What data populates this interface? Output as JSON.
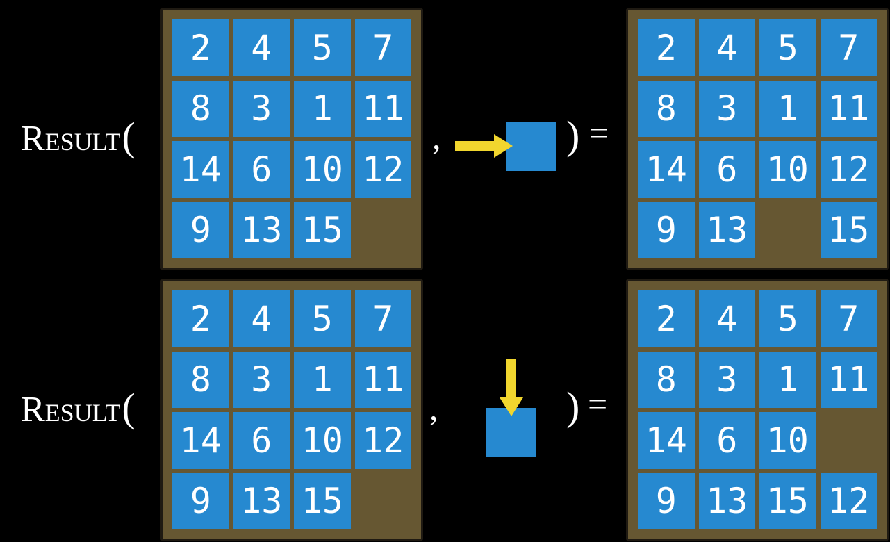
{
  "figure": {
    "description": "RESULT function applied to 15-puzzle states and tile-sliding actions",
    "board_rows": 4,
    "board_cols": 4
  },
  "colors": {
    "background": "#000000",
    "tile_blue": "#2689d0",
    "board_brown": "#665732",
    "board_edge": "#1f1a12",
    "arrow_yellow": "#f1d62e",
    "text_white": "#ffffff"
  },
  "rows": [
    {
      "function_label": "Result",
      "open_paren": "(",
      "comma": ",",
      "close_paren": ")",
      "equals": "=",
      "action": {
        "arrow_icon": "right-arrow-icon",
        "direction": "right",
        "tile_icon": "blank-action-tile"
      },
      "state": [
        [
          "2",
          "4",
          "5",
          "7"
        ],
        [
          "8",
          "3",
          "1",
          "11"
        ],
        [
          "14",
          "6",
          "10",
          "12"
        ],
        [
          "9",
          "13",
          "15",
          ""
        ]
      ],
      "result": [
        [
          "2",
          "4",
          "5",
          "7"
        ],
        [
          "8",
          "3",
          "1",
          "11"
        ],
        [
          "14",
          "6",
          "10",
          "12"
        ],
        [
          "9",
          "13",
          "",
          "15"
        ]
      ]
    },
    {
      "function_label": "Result",
      "open_paren": "(",
      "comma": ",",
      "close_paren": ")",
      "equals": "=",
      "action": {
        "arrow_icon": "down-arrow-icon",
        "direction": "down",
        "tile_icon": "blank-action-tile"
      },
      "state": [
        [
          "2",
          "4",
          "5",
          "7"
        ],
        [
          "8",
          "3",
          "1",
          "11"
        ],
        [
          "14",
          "6",
          "10",
          "12"
        ],
        [
          "9",
          "13",
          "15",
          ""
        ]
      ],
      "result": [
        [
          "2",
          "4",
          "5",
          "7"
        ],
        [
          "8",
          "3",
          "1",
          "11"
        ],
        [
          "14",
          "6",
          "10",
          ""
        ],
        [
          "9",
          "13",
          "15",
          "12"
        ]
      ]
    }
  ]
}
